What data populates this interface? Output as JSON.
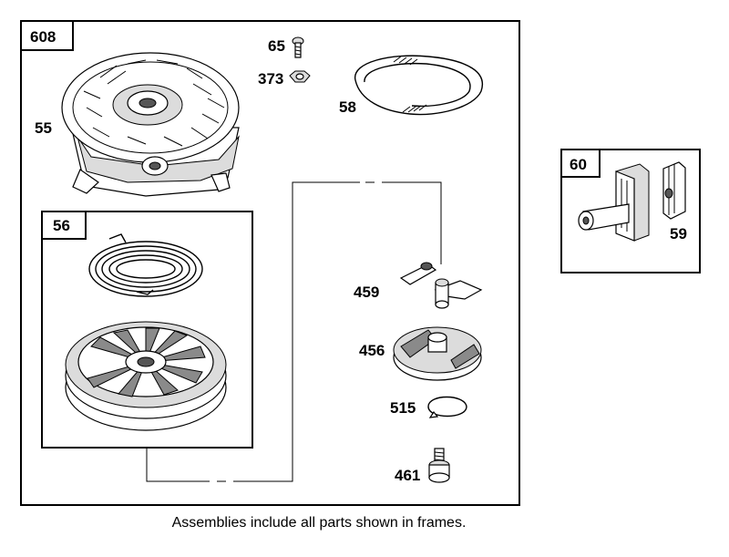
{
  "diagram": {
    "frames": {
      "main": "608",
      "pulley_assembly": "56",
      "side_assembly": "60"
    },
    "parts": {
      "housing": "55",
      "screw": "65",
      "nut": "373",
      "rope": "58",
      "dog": "459",
      "retainer": "456",
      "clip": "515",
      "pin": "461",
      "clip_assembly_part": "59"
    },
    "caption": "Assemblies include all parts shown in frames."
  }
}
